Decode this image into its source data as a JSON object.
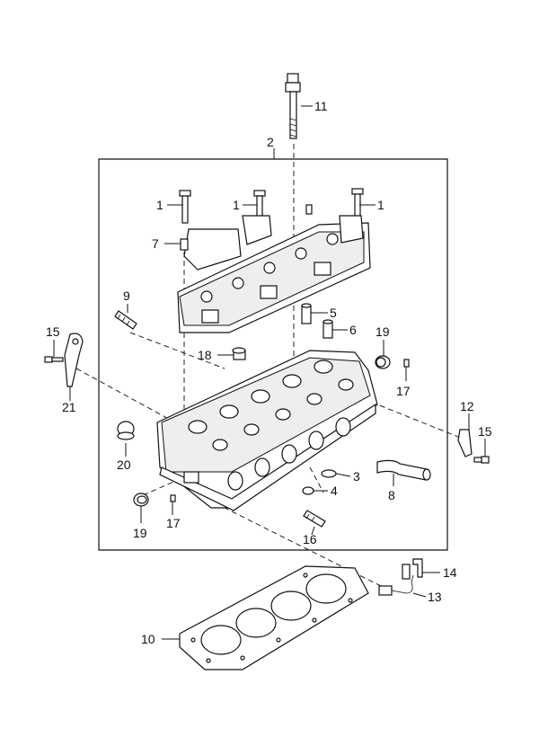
{
  "diagram": {
    "callouts": [
      {
        "id": "c1a",
        "text": "1"
      },
      {
        "id": "c1b",
        "text": "1"
      },
      {
        "id": "c1c",
        "text": "1"
      },
      {
        "id": "c2",
        "text": "2"
      },
      {
        "id": "c3",
        "text": "3"
      },
      {
        "id": "c4",
        "text": "4"
      },
      {
        "id": "c5",
        "text": "5"
      },
      {
        "id": "c6",
        "text": "6"
      },
      {
        "id": "c7",
        "text": "7"
      },
      {
        "id": "c8",
        "text": "8"
      },
      {
        "id": "c9",
        "text": "9"
      },
      {
        "id": "c10",
        "text": "10"
      },
      {
        "id": "c11",
        "text": "11"
      },
      {
        "id": "c12",
        "text": "12"
      },
      {
        "id": "c13",
        "text": "13"
      },
      {
        "id": "c14",
        "text": "14"
      },
      {
        "id": "c15a",
        "text": "15"
      },
      {
        "id": "c15b",
        "text": "15"
      },
      {
        "id": "c16",
        "text": "16"
      },
      {
        "id": "c17a",
        "text": "17"
      },
      {
        "id": "c17b",
        "text": "17"
      },
      {
        "id": "c18",
        "text": "18"
      },
      {
        "id": "c19a",
        "text": "19"
      },
      {
        "id": "c19b",
        "text": "19"
      },
      {
        "id": "c20",
        "text": "20"
      },
      {
        "id": "c21",
        "text": "21"
      }
    ]
  }
}
